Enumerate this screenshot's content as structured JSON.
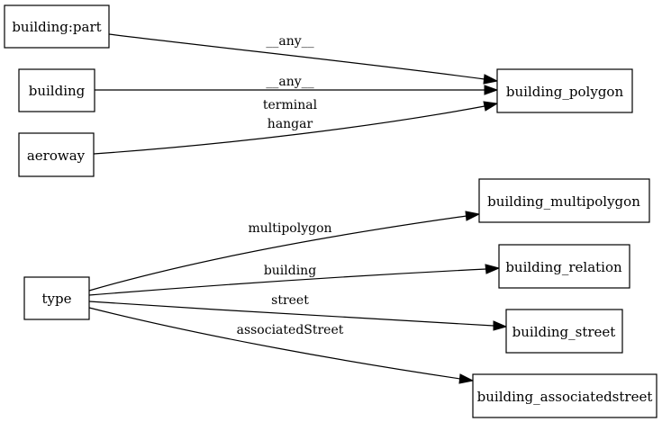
{
  "diagram": {
    "nodes": {
      "building_part": "building:part",
      "building": "building",
      "aeroway": "aeroway",
      "type": "type",
      "building_polygon": "building_polygon",
      "building_multipolygon": "building_multipolygon",
      "building_relation": "building_relation",
      "building_street": "building_street",
      "building_associatedstreet": "building_associatedstreet"
    },
    "edges": {
      "part_to_polygon": "__any__",
      "building_to_polygon": "__any__",
      "aeroway_to_polygon_1": "terminal",
      "aeroway_to_polygon_2": "hangar",
      "type_to_multipolygon": "multipolygon",
      "type_to_relation": "building",
      "type_to_street": "street",
      "type_to_associatedstreet": "associatedStreet"
    }
  }
}
